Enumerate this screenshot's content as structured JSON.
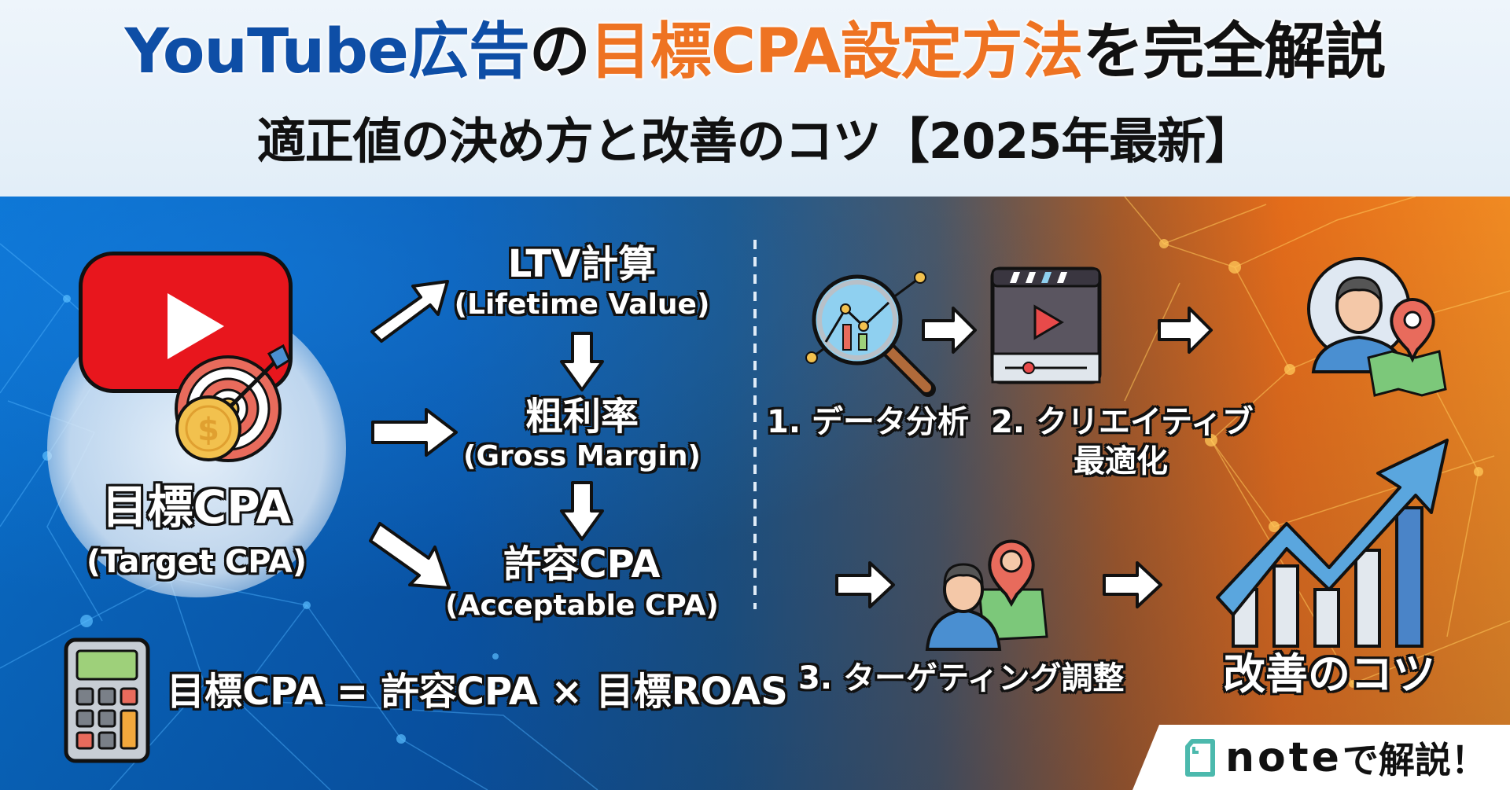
{
  "header": {
    "title_parts": {
      "brand": "YouTube広告",
      "particle": "の",
      "highlight": "目標CPA設定方法",
      "suffix": "を完全解説"
    },
    "subtitle": "適正値の決め方と改善のコツ【2025年最新】",
    "colors": {
      "blue": "#0e4ea6",
      "orange": "#ee7322",
      "black": "#111111"
    }
  },
  "left_panel": {
    "icon_youtube": "youtube-play-logo",
    "icon_target": "target-with-arrow",
    "icon_coin": "dollar-coin",
    "target_cpa": {
      "label": "目標CPA",
      "sublabel": "(Target CPA)"
    },
    "flow": [
      {
        "label": "LTV計算",
        "sublabel": "(Lifetime Value)"
      },
      {
        "label": "粗利率",
        "sublabel": "(Gross Margin)"
      },
      {
        "label": "許容CPA",
        "sublabel": "(Acceptable CPA)"
      }
    ],
    "formula": "目標CPA = 許容CPA × 目標ROAS",
    "icon_calculator": "calculator"
  },
  "right_panel": {
    "steps": [
      {
        "label": "1. データ分析",
        "icon": "magnifier-chart"
      },
      {
        "label": "2. クリエイティブ",
        "label_line2": "最適化",
        "icon": "video-player"
      },
      {
        "label": "",
        "icon": "user-location"
      },
      {
        "label": "3. ターゲティング調整",
        "icon": "user-map-pin"
      }
    ],
    "improve": {
      "label": "改善のコツ",
      "icon": "growth-chart-arrow"
    },
    "cta": {
      "logo": "note",
      "text": "で解説！",
      "logo_color": "#4cb9ad"
    }
  }
}
